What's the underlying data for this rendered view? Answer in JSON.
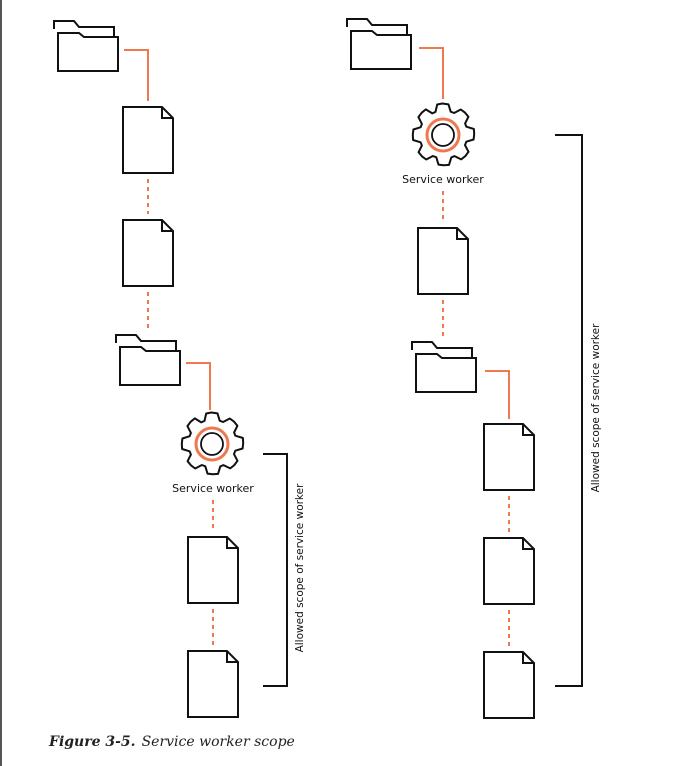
{
  "left_diagram": {
    "service_worker_label": "Service worker",
    "scope_label": "Allowed scope of service worker"
  },
  "right_diagram": {
    "service_worker_label": "Service worker",
    "scope_label": "Allowed scope of service worker"
  },
  "caption": {
    "figure_number": "Figure 3-5.",
    "text": "Service worker scope"
  },
  "colors": {
    "connector": "#f07850",
    "outline": "#111111",
    "gear_ring": "#f07850"
  }
}
